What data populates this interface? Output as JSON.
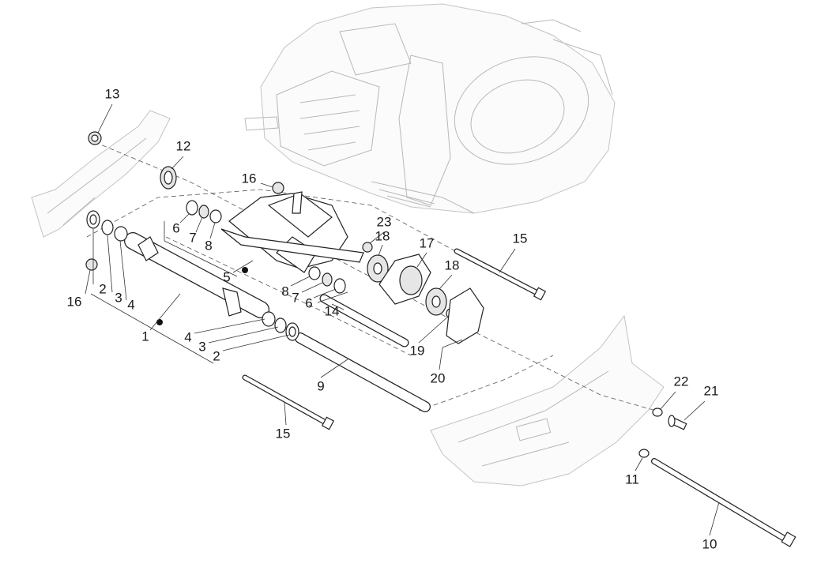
{
  "callouts": [
    "13",
    "12",
    "16",
    "23",
    "18",
    "17",
    "15",
    "6",
    "7",
    "8",
    "2",
    "3",
    "4",
    "16",
    "5",
    "8",
    "7",
    "6",
    "18",
    "14",
    "19",
    "20",
    "1",
    "4",
    "3",
    "2",
    "9",
    "15",
    "22",
    "21",
    "11",
    "10"
  ],
  "colors": {
    "ink": "#222222",
    "ghost": "#b8b8b8",
    "background": "#ffffff"
  }
}
